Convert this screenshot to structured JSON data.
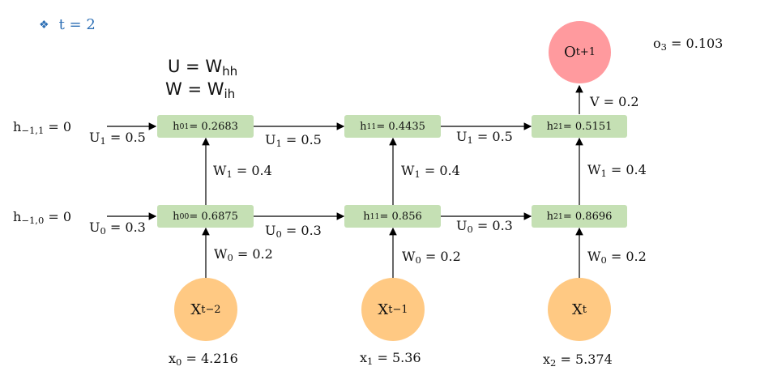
{
  "header": {
    "bullet": "❖",
    "time_label": "t = 2"
  },
  "legend": {
    "u_lhs": "U = W",
    "u_sub": "hh",
    "w_lhs": "W = W",
    "w_sub": "ih"
  },
  "output": {
    "node_main": "O",
    "node_sub": "t+1",
    "value_main": "o",
    "value_sub": "3",
    "value_rest": " = 0.103"
  },
  "initial_states": [
    {
      "main": "h",
      "sub": "−1,1",
      "rest": " = 0"
    },
    {
      "main": "h",
      "sub": "−1,0",
      "rest": " = 0"
    }
  ],
  "hidden_top": [
    {
      "main": "h",
      "sub": "01",
      "rest": " = 0.2683"
    },
    {
      "main": "h",
      "sub": "11",
      "rest": " = 0.4435"
    },
    {
      "main": "h",
      "sub": "21",
      "rest": " = 0.5151"
    }
  ],
  "hidden_bottom": [
    {
      "main": "h",
      "sub": "00",
      "rest": " = 0.6875"
    },
    {
      "main": "h",
      "sub": "11",
      "rest": " = 0.856"
    },
    {
      "main": "h",
      "sub": "21",
      "rest": " = 0.8696"
    }
  ],
  "inputs": [
    {
      "main": "X",
      "sub": "t−2",
      "val_main": "x",
      "val_sub": "0",
      "val_rest": " = 4.216"
    },
    {
      "main": "X",
      "sub": "t−1",
      "val_main": "x",
      "val_sub": "1",
      "val_rest": " = 5.36"
    },
    {
      "main": "X",
      "sub": "t",
      "val_main": "x",
      "val_sub": "2",
      "val_rest": " = 5.374"
    }
  ],
  "weights": {
    "u1": {
      "main": "U",
      "sub": "1",
      "rest": " = 0.5"
    },
    "u0": {
      "main": "U",
      "sub": "0",
      "rest": " = 0.3"
    },
    "w1": {
      "main": "W",
      "sub": "1",
      "rest": " = 0.4"
    },
    "w0": {
      "main": "W",
      "sub": "0",
      "rest": " = 0.2"
    },
    "v": "V = 0.2"
  },
  "colors": {
    "hidden": "#c5e0b4",
    "input": "#ffc983",
    "output": "#ff9a9e",
    "accent": "#2d6fb5"
  }
}
